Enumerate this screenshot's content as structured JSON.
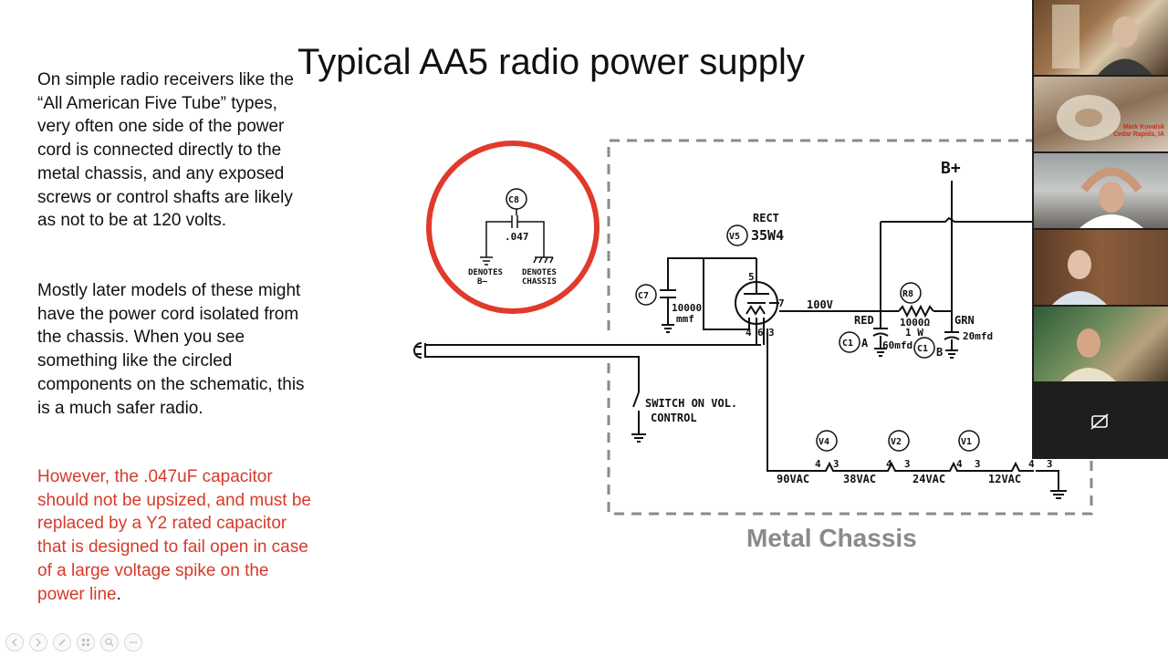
{
  "slide": {
    "title": "Typical AA5 radio power supply",
    "paragraph1": "On simple radio receivers like the “All American Five Tube” types, very often one side of the power cord is connected directly to the metal chassis, and any exposed screws or control shafts are likely as not to be at 120 volts.",
    "paragraph2": "Mostly later models of these might have the power cord isolated from the chassis. When you see something like the circled components on the schematic, this is a much safer radio.",
    "paragraph3_red": "However, the .047uF capacitor should not be upsized, and must be replaced by a Y2 rated capacitor that is designed to fail open in case of a large voltage spike on the power line",
    "paragraph3_end": "."
  },
  "schematic": {
    "c8": "C8",
    "c8_value": ".047",
    "denotes_b_1": "DENOTES",
    "denotes_b_2": "B—",
    "denotes_chassis_1": "DENOTES",
    "denotes_chassis_2": "CHASSIS",
    "rect": "RECT",
    "v5": "V5",
    "tube": "35W4",
    "c7": "C7",
    "c7_value_1": "10000",
    "c7_value_2": "mmf",
    "pin5": "5",
    "pin7": "7",
    "pin4": "4",
    "pin6": "6",
    "pin3": "3",
    "v100": "100V",
    "r8": "R8",
    "r8_value_1": "1000Ω",
    "r8_value_2": "1 W",
    "red": "RED",
    "grn": "GRN",
    "c1a": "C1",
    "c1a_sub": "A",
    "c1a_value": "60mfd",
    "c1b": "C1",
    "c1b_sub": "B",
    "c1b_value": "20mfd",
    "bplus": "B+",
    "switch_1": "SWITCH ON VOL.",
    "switch_2": "CONTROL",
    "v4": "V4",
    "v2": "V2",
    "v1": "V1",
    "pins43": "4  3",
    "vac90": "90VAC",
    "vac38": "38VAC",
    "vac24": "24VAC",
    "vac12": "12VAC",
    "chassis_label": "Metal Chassis"
  },
  "video": {
    "participant2_name": "Mark Kovalsk",
    "participant2_location": "Cedar Rapids, IA"
  },
  "colors": {
    "circle_red": "#e03a2c",
    "text_red": "#d63a2a",
    "chassis_gray": "#8a8a8a"
  }
}
